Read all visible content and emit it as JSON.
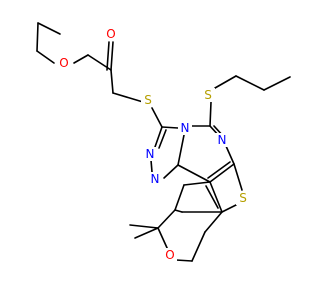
{
  "molecule": {
    "atoms": {
      "o_ester_ether": "O",
      "o_carbonyl": "O",
      "s_thioether_left": "S",
      "s_thioether_top": "S",
      "n_bridge": "N",
      "n_pyrimidine": "N",
      "n_triazole_upper": "N",
      "n_triazole_lower": "N",
      "s_thiophene": "S",
      "o_pyran": "O"
    },
    "colors": {
      "bond": "#000000",
      "oxygen": "#ff0000",
      "sulfur": "#b59f00",
      "nitrogen": "#0000ff"
    }
  }
}
